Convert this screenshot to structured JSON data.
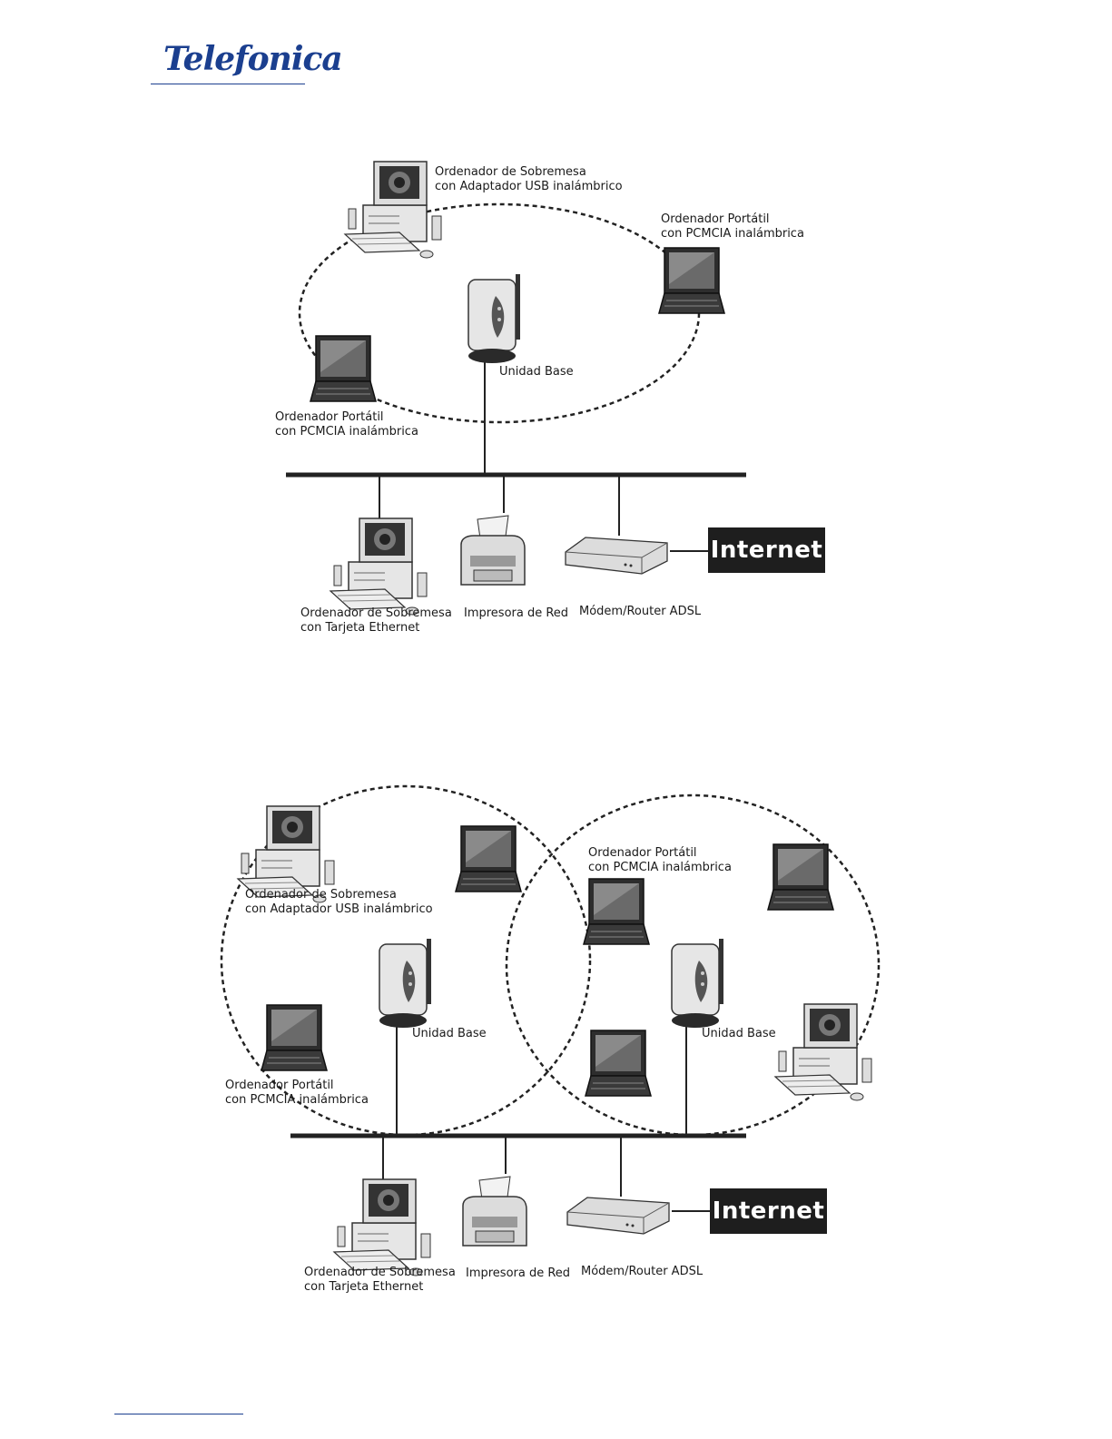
{
  "logo": {
    "brand": "Telefonica"
  },
  "diagram1": {
    "desktop_usb": [
      "Ordenador de Sobremesa",
      "con Adaptador USB inalámbrico"
    ],
    "laptop_right": [
      "Ordenador Portátil",
      "con PCMCIA inalámbrica"
    ],
    "laptop_left": [
      "Ordenador Portátil",
      "con PCMCIA inalámbrica"
    ],
    "base_unit": "Unidad Base",
    "desktop_ethernet": [
      "Ordenador de Sobremesa",
      "con Tarjeta Ethernet"
    ],
    "printer": "Impresora de Red",
    "modem": "Módem/Router ADSL",
    "internet": "Internet"
  },
  "diagram2": {
    "desktop_usb": [
      "Ordenador de Sobremesa",
      "con Adaptador USB inalámbrico"
    ],
    "laptop_left": [
      "Ordenador Portátil",
      "con PCMCIA inalámbrica"
    ],
    "laptop_middle": [
      "Ordenador Portátil",
      "con PCMCIA inalámbrica"
    ],
    "base_unit_left": "Unidad Base",
    "base_unit_right": "Unidad Base",
    "desktop_ethernet": [
      "Ordenador de Sobremesa",
      "con Tarjeta Ethernet"
    ],
    "printer": "Impresora de Red",
    "modem": "Módem/Router ADSL",
    "internet": "Internet"
  },
  "colors": {
    "brand": "#1b3f8f",
    "ink": "#1a1a1a",
    "internet_bg": "#1e1e1e"
  }
}
